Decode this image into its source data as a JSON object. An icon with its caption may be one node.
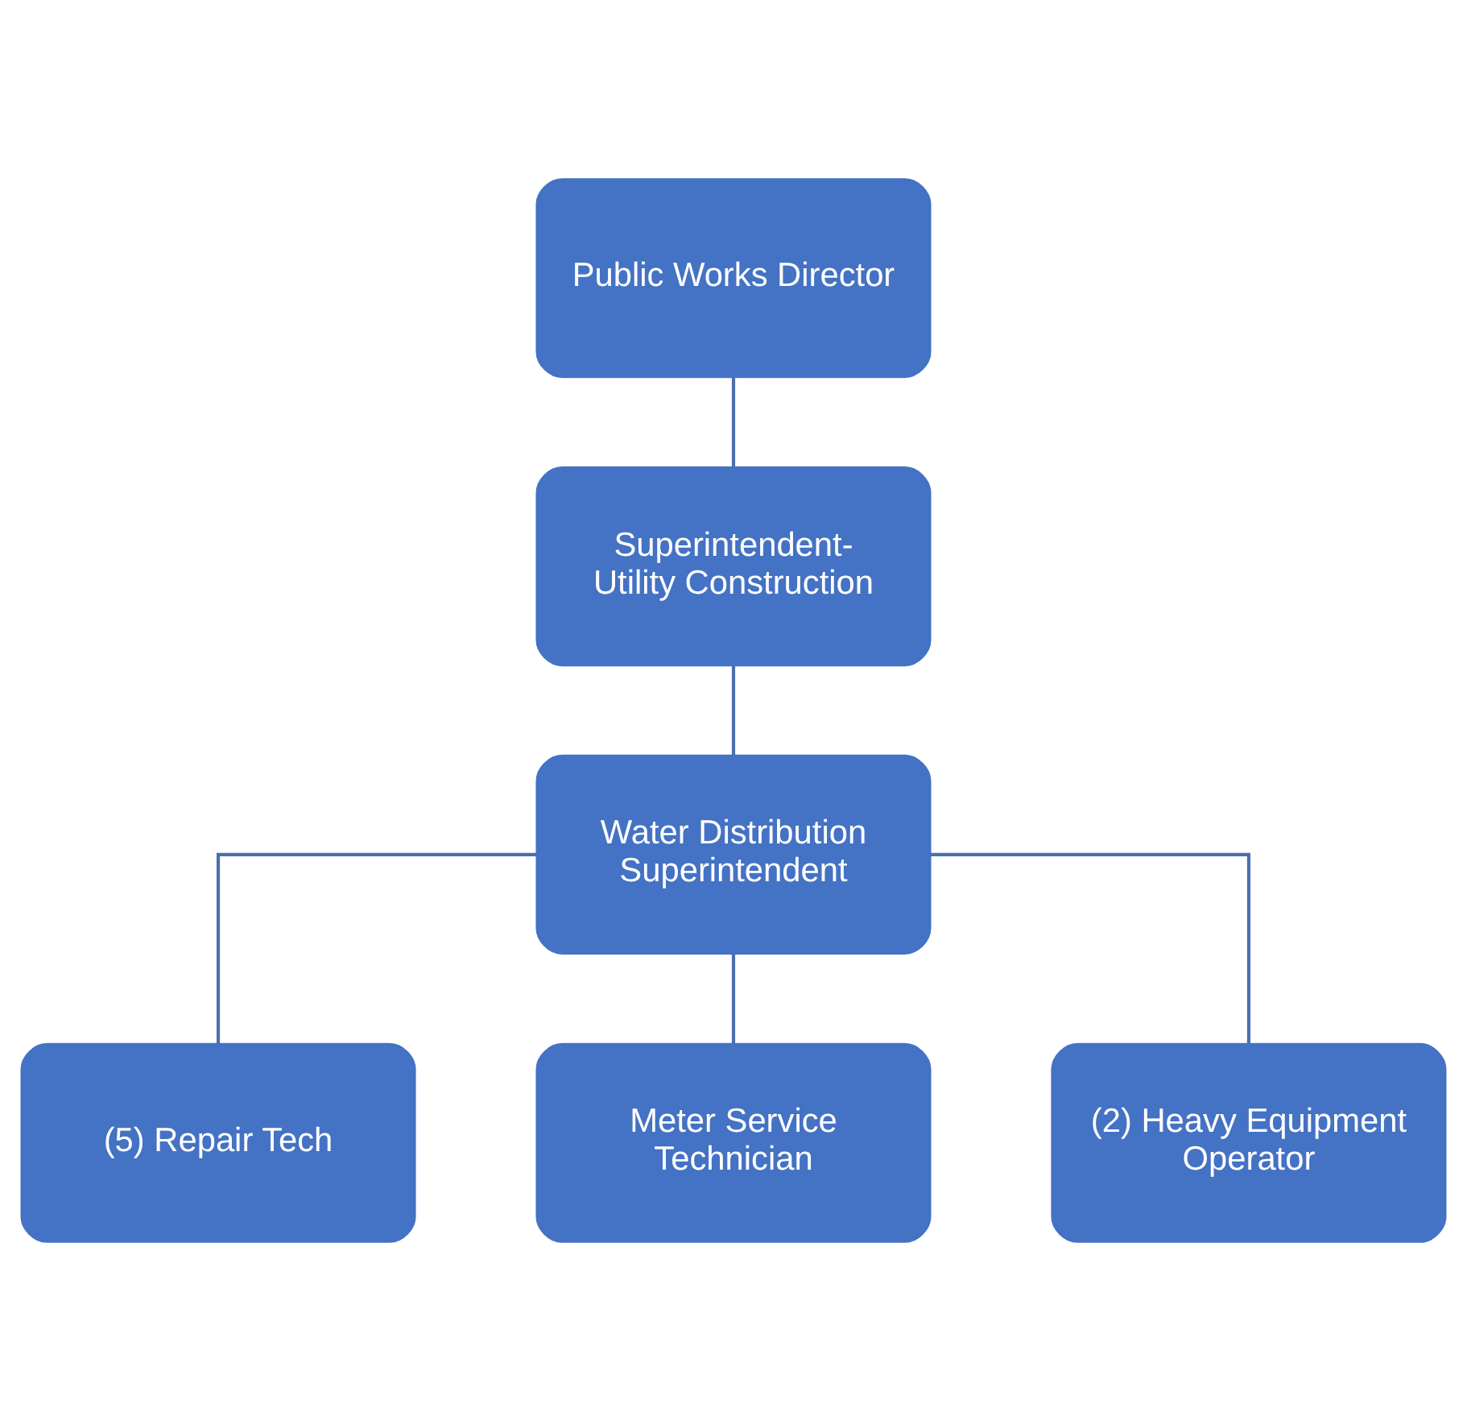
{
  "diagram": {
    "nodes": [
      {
        "text": [
          "Public Works Director"
        ]
      },
      {
        "text": [
          "Superintendent- Utility Construction"
        ]
      },
      {
        "text": [
          "Water Distribution Superintendent"
        ]
      },
      {
        "text": [
          "(5) Repair Tech"
        ]
      },
      {
        "text": [
          "Meter Service Technician"
        ]
      },
      {
        "text": [
          "(2) Heavy Equipment Operator"
        ]
      }
    ],
    "edges": [
      {
        "from": 0,
        "to": 1,
        "arrow": "none"
      },
      {
        "from": 1,
        "to": 2,
        "arrow": "none"
      },
      {
        "from": 2,
        "to": 3,
        "arrow": "none"
      },
      {
        "from": 2,
        "to": 4,
        "arrow": "none"
      },
      {
        "from": 2,
        "to": 5,
        "arrow": "none"
      }
    ]
  }
}
